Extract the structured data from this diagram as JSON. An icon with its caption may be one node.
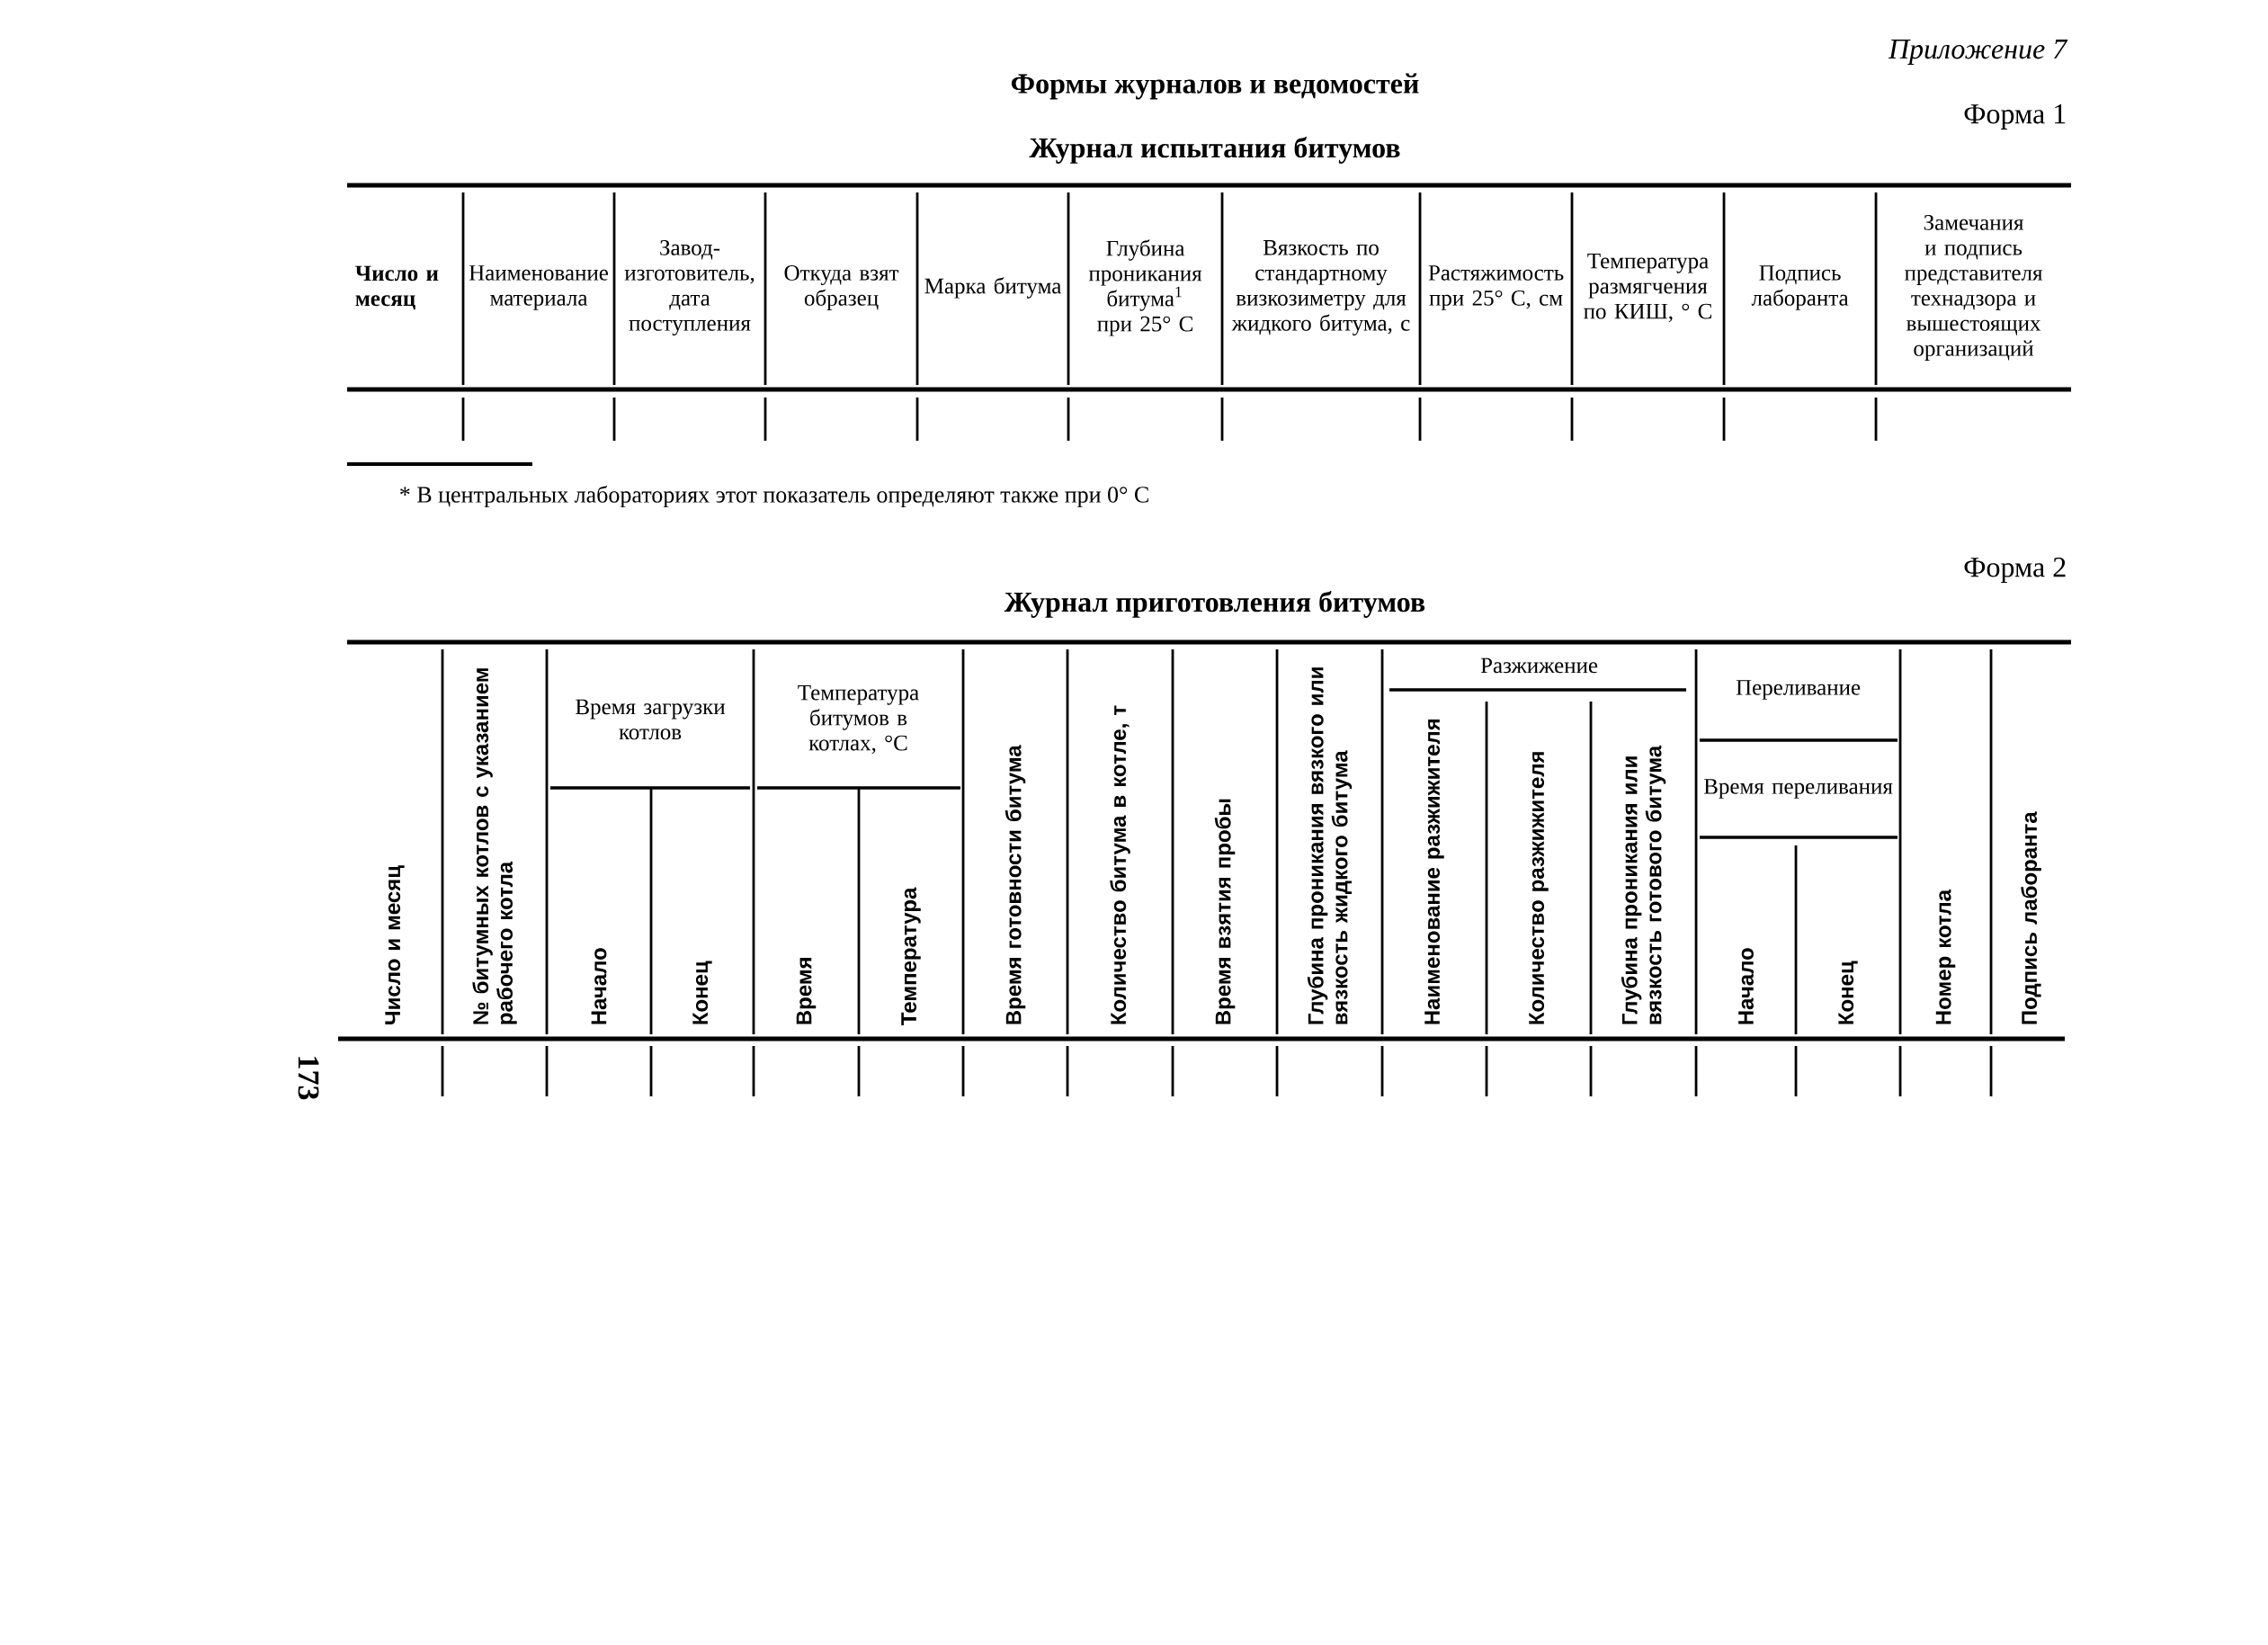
{
  "diagram": {
    "title": "Формы журналов и ведомостей",
    "labels": [
      "Приложение 7",
      "Форма 1",
      "Журнал испытания битумов",
      "Число и месяц",
      "Наименование материала",
      "Завод-изготовитель, дата поступления",
      "Откуда взят образец",
      "Марка битума",
      "Глубина проникания битума$^{1}$ при 25° C",
      "Вязкость по стандартному визкозиметру для жидкого битума, с",
      "Растяжимость при 25° C, см",
      "Температура размягчения по КИШ, ° C",
      "Подпись лаборанта",
      "Замечания и подпись представителя технадзора и вышестоящих организаций",
      "* В центральных лабораториях этот показатель определяют также при 0° C",
      "Форма 2",
      "Журнал приготовления битумов",
      "Число и месяц",
      "№ битумных котлов с указанием рабочего котла",
      "Время загрузки котлов",
      "Начало",
      "Конец",
      "Температура битумов в котлах, °C",
      "Время",
      "Температура",
      "Время готовности битума",
      "Количество битума в котле, т",
      "Время взятия пробы",
      "Глубина проникания вязкого или вязкость жидкого битума",
      "Разжижение",
      "Наименование разжижителя",
      "Количество разжижителя",
      "Глубина проникания или вязкость готового битума",
      "Переливание",
      "Время переливания",
      "Начало",
      "Конец",
      "Номер котла",
      "Подпись лаборанта",
      "173"
    ]
  }
}
